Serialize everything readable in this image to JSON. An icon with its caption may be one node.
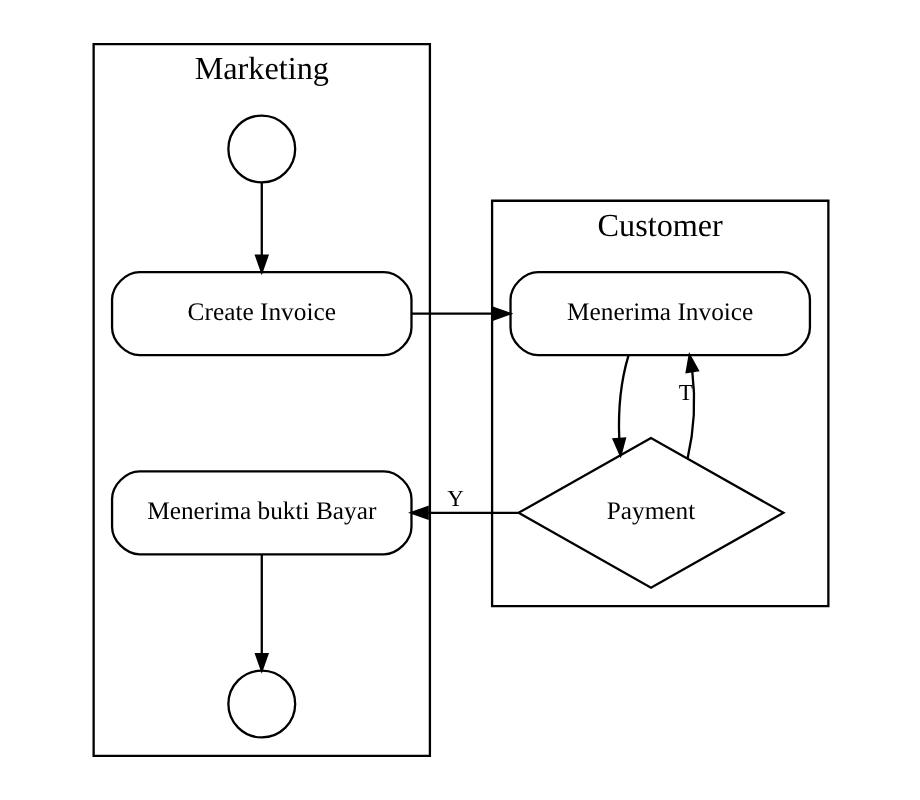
{
  "diagram": {
    "nodes": [
      {
        "text": [
          "Marketing"
        ]
      },
      {
        "text": [],
        "shape": "circle",
        "in": 0
      },
      {
        "text": [
          "Create Invoice"
        ],
        "in": 0
      },
      {
        "text": [
          "Menerima bukti Bayar"
        ],
        "in": 0
      },
      {
        "text": [],
        "shape": "circle",
        "in": 0
      },
      {
        "text": [
          "Customer"
        ]
      },
      {
        "text": [
          "Menerima Invoice"
        ],
        "in": 5
      },
      {
        "text": [
          "Payment"
        ],
        "in": 5
      }
    ],
    "edges": [
      {
        "from": 1,
        "to": 2,
        "arrow": "to"
      },
      {
        "from": 2,
        "to": 6,
        "arrow": "to"
      },
      {
        "from": 6,
        "to": 7,
        "arrow": "to"
      },
      {
        "from": 7,
        "to": 3,
        "arrow": "to",
        "label": "Y"
      },
      {
        "from": 7,
        "to": 6,
        "arrow": "to",
        "label": "T"
      },
      {
        "from": 3,
        "to": 4,
        "arrow": "to"
      }
    ]
  }
}
